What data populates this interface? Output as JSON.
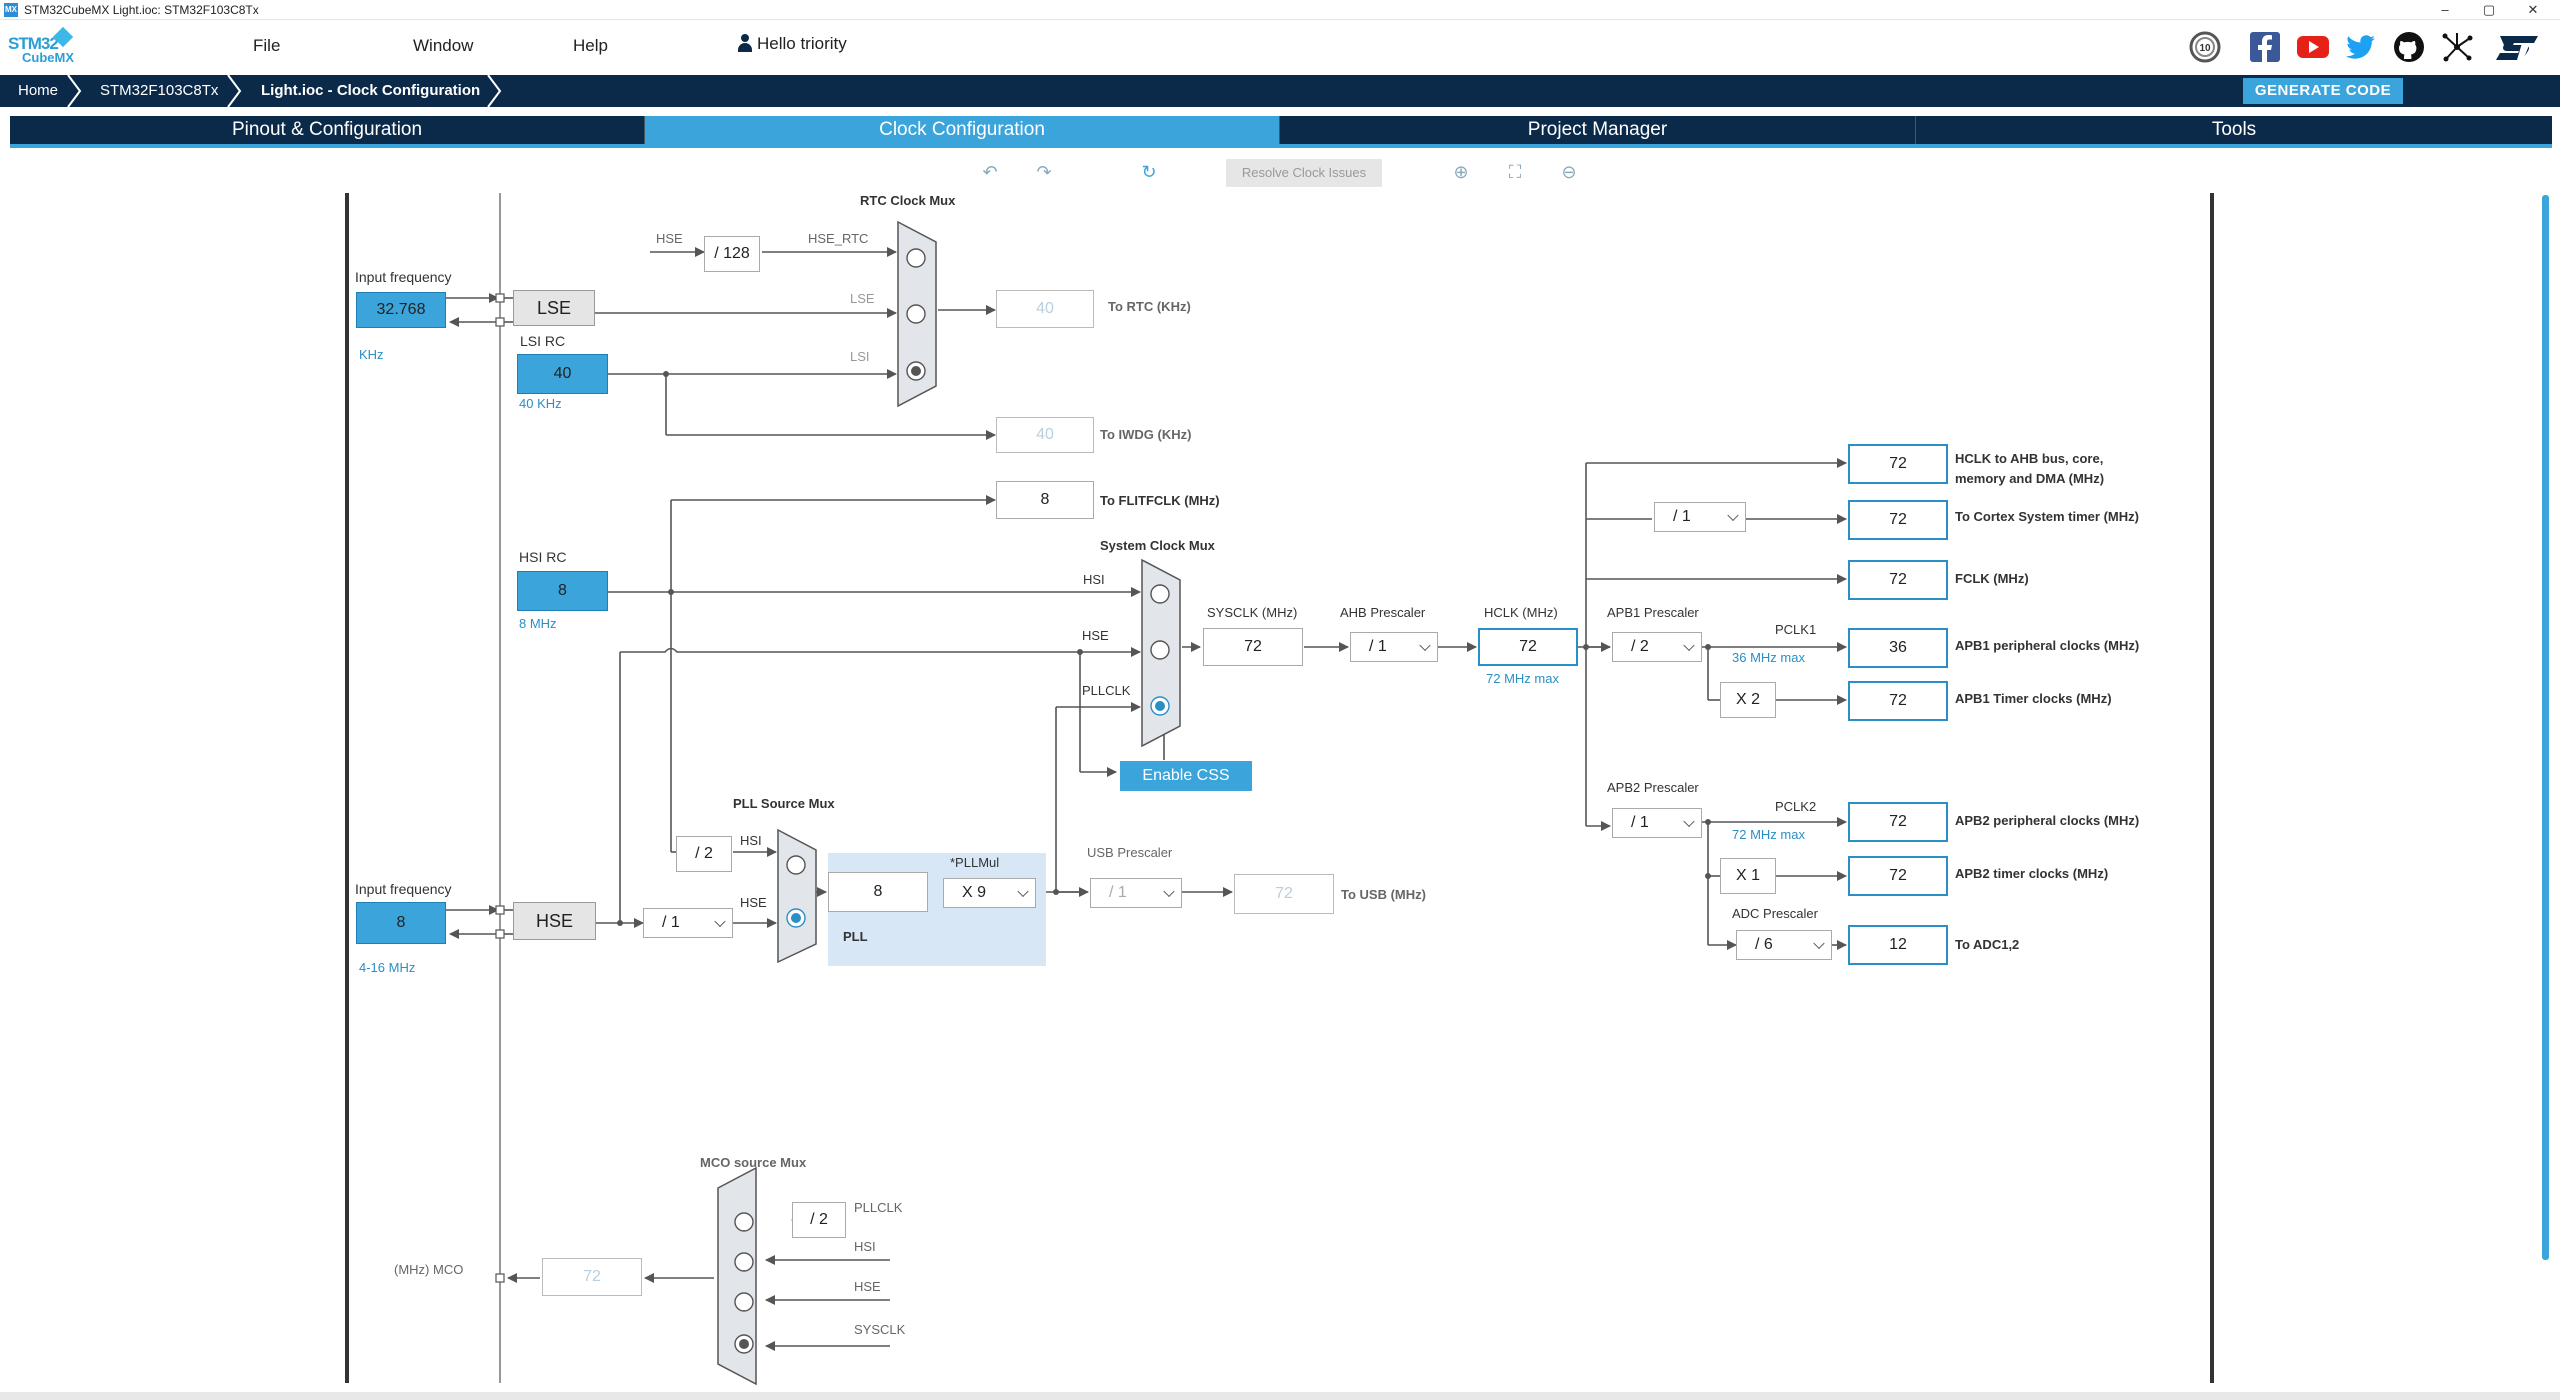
{
  "titlebar": {
    "title": "STM32CubeMX Light.ioc: STM32F103C8Tx",
    "icon": "MX"
  },
  "logo": {
    "line1": "STM32",
    "line2": "CubeMX"
  },
  "menu": {
    "file": "File",
    "window": "Window",
    "help": "Help",
    "user": "Hello triority"
  },
  "breadcrumb": {
    "home": "Home",
    "mcu": "STM32F103C8Tx",
    "page": "Light.ioc - Clock Configuration"
  },
  "generate_label": "GENERATE CODE",
  "tabs": {
    "pinout": "Pinout & Configuration",
    "clock": "Clock Configuration",
    "project": "Project Manager",
    "tools": "Tools"
  },
  "toolbar": {
    "resolve": "Resolve Clock Issues"
  },
  "diagram": {
    "rtc_mux_title": "RTC Clock Mux",
    "hse_label": "HSE",
    "div128": "/ 128",
    "hse_rtc": "HSE_RTC",
    "lse_label": "LSE",
    "lsi_label": "LSI",
    "input_freq_lse_label": "Input frequency",
    "input_freq_lse": "32.768",
    "lse_unit": "KHz",
    "lse_block": "LSE",
    "lsi_rc_label": "LSI RC",
    "lsi_value": "40",
    "lsi_unit": "40 KHz",
    "rtc_out": "40",
    "rtc_out_label": "To RTC (KHz)",
    "iwdg_out": "40",
    "iwdg_out_label": "To IWDG (KHz)",
    "flit_out": "8",
    "flit_out_label": "To FLITFCLK (MHz)",
    "hsi_rc_label": "HSI RC",
    "hsi_value": "8",
    "hsi_unit": "8 MHz",
    "sys_mux_title": "System Clock Mux",
    "hsi": "HSI",
    "hse": "HSE",
    "pllclk": "PLLCLK",
    "sysclk_label": "SYSCLK (MHz)",
    "sysclk": "72",
    "ahb_label": "AHB Prescaler",
    "ahb": "/ 1",
    "hclk_label": "HCLK (MHz)",
    "hclk": "72",
    "hclk_max": "72 MHz max",
    "enable_css": "Enable CSS",
    "apb1_label": "APB1 Prescaler",
    "apb1": "/ 2",
    "pclk1": "PCLK1",
    "pclk1_max": "36 MHz max",
    "x2": "X 2",
    "apb2_label": "APB2 Prescaler",
    "apb2": "/ 1",
    "pclk2": "PCLK2",
    "pclk2_max": "72 MHz max",
    "x1": "X 1",
    "adc_label": "ADC Prescaler",
    "adc": "/ 6",
    "cortex_div": "/ 1",
    "outputs": {
      "ahb": "72",
      "ahb_label1": "HCLK to AHB bus, core,",
      "ahb_label2": "memory and DMA (MHz)",
      "cortex": "72",
      "cortex_label": "To Cortex System timer (MHz)",
      "fclk": "72",
      "fclk_label": "FCLK (MHz)",
      "apb1p": "36",
      "apb1p_label": "APB1 peripheral clocks (MHz)",
      "apb1t": "72",
      "apb1t_label": "APB1 Timer clocks (MHz)",
      "apb2p": "72",
      "apb2p_label": "APB2 peripheral clocks (MHz)",
      "apb2t": "72",
      "apb2t_label": "APB2 timer clocks (MHz)",
      "adc": "12",
      "adc_label": "To ADC1,2"
    },
    "pll_src_title": "PLL Source Mux",
    "div2": "/ 2",
    "pll_hsi": "HSI",
    "pll_hse": "HSE",
    "hse_div": "/ 1",
    "pllmul_label": "*PLLMul",
    "pll_in": "8",
    "pllmul": "X 9",
    "pll_label": "PLL",
    "usb_label": "USB Prescaler",
    "usb_div": "/ 1",
    "usb_out": "72",
    "usb_out_label": "To USB (MHz)",
    "input_freq_hse_label": "Input frequency",
    "input_freq_hse": "8",
    "hse_range": "4-16 MHz",
    "hse_block": "HSE",
    "mco_title": "MCO source Mux",
    "mco_div2": "/ 2",
    "mco_pllclk": "PLLCLK",
    "mco_hsi": "HSI",
    "mco_hse": "HSE",
    "mco_sysclk": "SYSCLK",
    "mco_out": "72",
    "mco_label": "(MHz) MCO"
  },
  "colors": {
    "navy": "#0b2a4a",
    "accent": "#3ba4db",
    "wire": "#555555"
  }
}
